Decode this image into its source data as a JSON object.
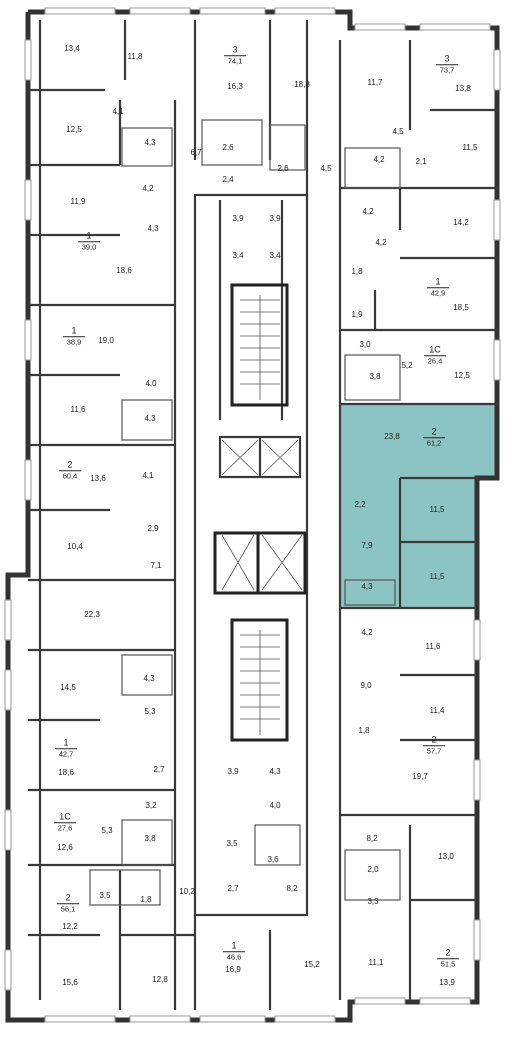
{
  "colors": {
    "highlight": "#8cc4c4",
    "wall": "#3a3a3a"
  },
  "apartments": [
    {
      "rooms": "3",
      "area": "74,1"
    },
    {
      "rooms": "3",
      "area": "73,7"
    },
    {
      "rooms": "1",
      "area": "39,0"
    },
    {
      "rooms": "1",
      "area": "42,9"
    },
    {
      "rooms": "1",
      "area": "38,9"
    },
    {
      "rooms": "1С",
      "area": "26,4"
    },
    {
      "rooms": "2",
      "area": "61,2"
    },
    {
      "rooms": "2",
      "area": "60,4"
    },
    {
      "rooms": "1",
      "area": "42,7"
    },
    {
      "rooms": "2",
      "area": "57,7"
    },
    {
      "rooms": "1С",
      "area": "27,6"
    },
    {
      "rooms": "2",
      "area": "56,1"
    },
    {
      "rooms": "1",
      "area": "46,6"
    },
    {
      "rooms": "2",
      "area": "51,5"
    }
  ],
  "rooms": [
    "13,4",
    "11,8",
    "16,3",
    "18,8",
    "11,7",
    "13,8",
    "12,5",
    "4,1",
    "4,3",
    "6,7",
    "2,6",
    "2,4",
    "2,6",
    "4,5",
    "4,5",
    "4,2",
    "2,1",
    "11,5",
    "11,9",
    "4,2",
    "4,3",
    "3,9",
    "3,9",
    "3,4",
    "3,4",
    "4,2",
    "14,2",
    "4,2",
    "18,6",
    "1,8",
    "18,5",
    "19,0",
    "1,9",
    "3,0",
    "5,2",
    "12,5",
    "4,0",
    "3,8",
    "11,6",
    "4,3",
    "23,8",
    "13,6",
    "4,1",
    "2,2",
    "11,5",
    "2,9",
    "10,4",
    "7,1",
    "7,9",
    "11,5",
    "4,3",
    "22,3",
    "4,2",
    "11,6",
    "14,5",
    "4,3",
    "9,0",
    "11,4",
    "5,3",
    "1,8",
    "18,6",
    "2,7",
    "3,9",
    "4,3",
    "19,7",
    "3,2",
    "4,0",
    "5,3",
    "8,2",
    "3,8",
    "3,5",
    "12,6",
    "3,6",
    "2,0",
    "13,0",
    "3,3",
    "12,2",
    "3,5",
    "1,8",
    "10,2",
    "2,7",
    "8,2",
    "15,6",
    "12,8",
    "16,9",
    "15,2",
    "11,1",
    "13,9"
  ]
}
